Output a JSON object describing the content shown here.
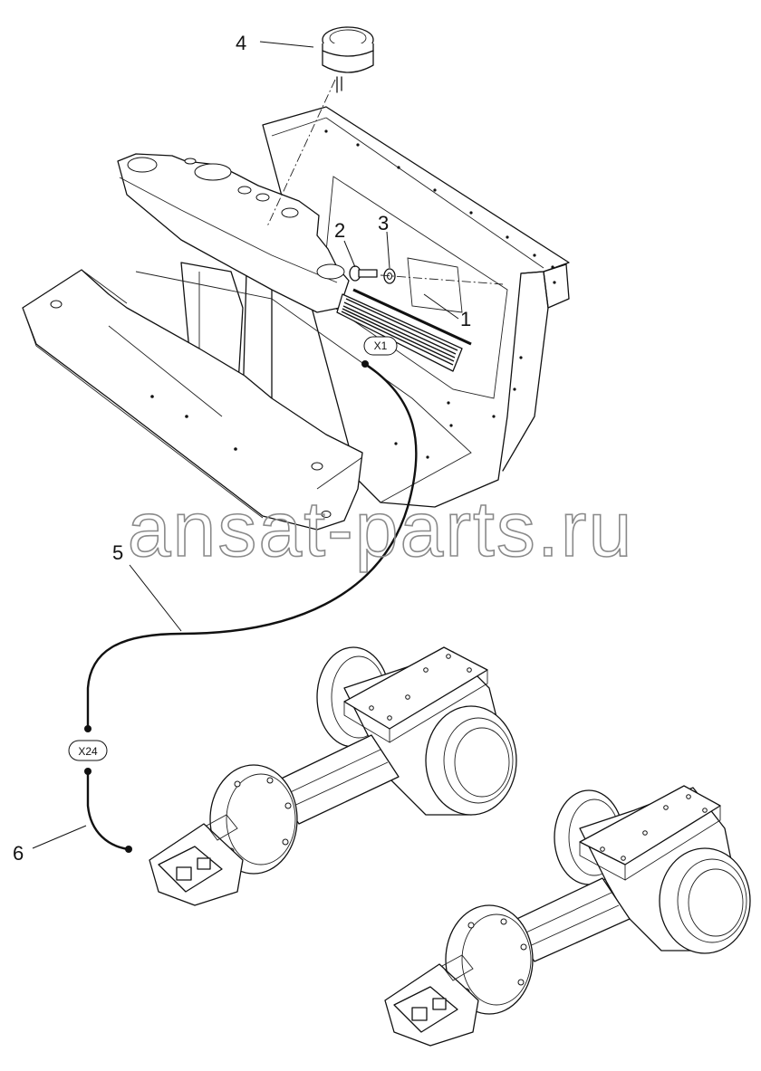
{
  "diagram": {
    "callouts": [
      "1",
      "2",
      "3",
      "4",
      "5",
      "6"
    ],
    "connectors": [
      "X1",
      "X24"
    ],
    "watermark": "ansat-parts.ru"
  }
}
